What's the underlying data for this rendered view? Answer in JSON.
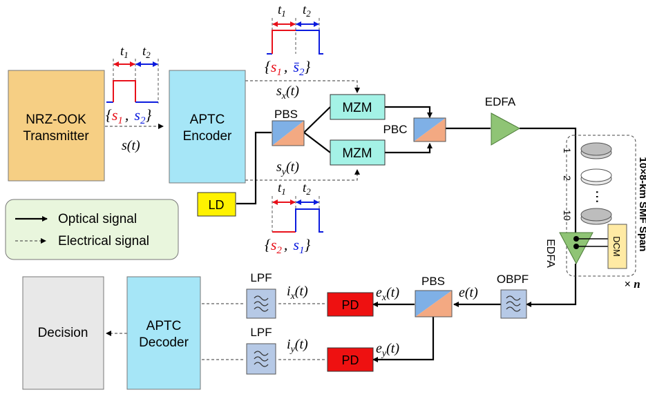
{
  "colors": {
    "transmitter": "#f6cf84",
    "encoder": "#a6e6f7",
    "mzm": "#a4f2e6",
    "ld": "#fff200",
    "edfa": "#8fc475",
    "pd": "#ee1111",
    "decision": "#e8e8e8",
    "filter": "#b6c9e6",
    "legend_bg": "#e9f6dd",
    "dcm": "#ffeaa4",
    "red_pulse": "#e8101a",
    "blue_pulse": "#0b1bde"
  },
  "blocks": {
    "transmitter": {
      "line1": "NRZ-OOK",
      "line2": "Transmitter"
    },
    "encoder": {
      "line1": "APTC",
      "line2": "Encoder"
    },
    "decoder": {
      "line1": "APTC",
      "line2": "Decoder"
    },
    "decision": "Decision",
    "ld": "LD",
    "mzm_top": "MZM",
    "mzm_bottom": "MZM",
    "pd_top": "PD",
    "pd_bottom": "PD",
    "dcm": "DCM"
  },
  "labels": {
    "pbs_tx": "PBS",
    "pbc": "PBC",
    "edfa_tx": "EDFA",
    "edfa_span": "EDFA",
    "obpf": "OBPF",
    "pbs_rx": "PBS",
    "lpf_top": "LPF",
    "lpf_bottom": "LPF",
    "span": "10×8-km SMF Span",
    "span_count": "× n",
    "span_idx_1": "1",
    "span_idx_2": "2",
    "span_idx_10": "10",
    "span_dots": "⋯"
  },
  "signals": {
    "s_t": {
      "main": "s",
      "arg": "(t)"
    },
    "sx_t": {
      "main": "s",
      "sub": "x",
      "arg": "(t)"
    },
    "sy_t": {
      "main": "s",
      "sub": "y",
      "arg": "(t)"
    },
    "e_t": {
      "main": "e",
      "arg": "(t)"
    },
    "ex_t": {
      "main": "e",
      "sub": "x",
      "arg": "(t)"
    },
    "ey_t": {
      "main": "e",
      "sub": "y",
      "arg": "(t)"
    },
    "ix_t": {
      "main": "i",
      "sub": "x",
      "arg": "(t)"
    },
    "iy_t": {
      "main": "i",
      "sub": "y",
      "arg": "(t)"
    }
  },
  "pulses": {
    "input": {
      "t1": "t",
      "t1_sub": "1",
      "t2": "t",
      "t2_sub": "2",
      "open": "{",
      "first": "s",
      "first_sub": "1",
      "comma": ",",
      "second": "s",
      "second_sub": "2",
      "close": "}"
    },
    "top": {
      "t1": "t",
      "t1_sub": "1",
      "t2": "t",
      "t2_sub": "2",
      "open": "{",
      "first": "s",
      "first_sub": "1",
      "comma": ",",
      "second": "s̄",
      "second_sub": "2",
      "close": "}"
    },
    "bottom": {
      "t1": "t",
      "t1_sub": "1",
      "t2": "t",
      "t2_sub": "2",
      "open": "{",
      "first": "s",
      "first_sub": "2",
      "comma": ",",
      "second": "s",
      "second_sub": "1",
      "close": "}"
    }
  },
  "legend": {
    "optical": "Optical signal",
    "electrical": "Electrical signal"
  }
}
